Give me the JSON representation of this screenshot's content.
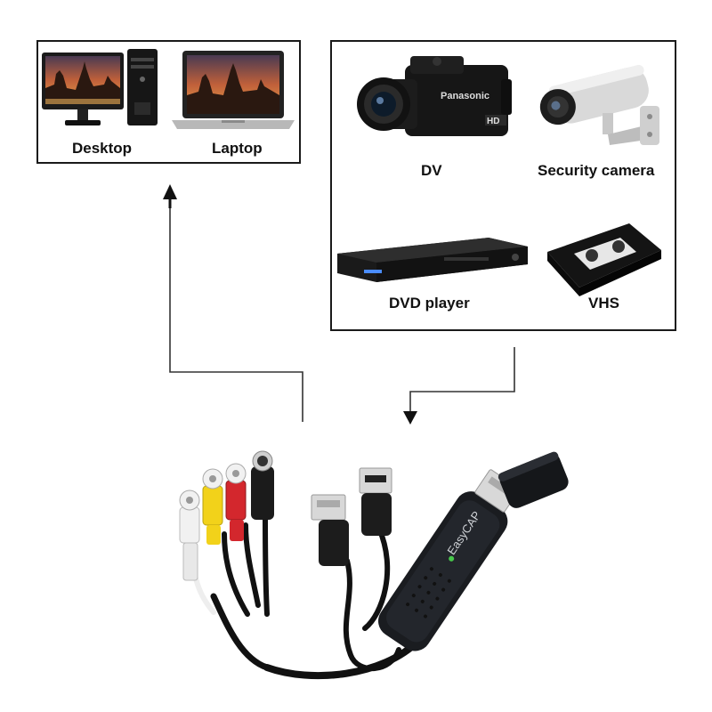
{
  "computers": {
    "desktop_label": "Desktop",
    "laptop_label": "Laptop"
  },
  "sources": {
    "dv_label": "DV",
    "security_label": "Security camera",
    "dvd_label": "DVD player",
    "vhs_label": "VHS"
  },
  "camera_brand": {
    "name": "Panasonic",
    "badge": "HD"
  },
  "device": {
    "brand": "EasyCAP"
  },
  "colors": {
    "line": "#1a1a1a",
    "cable": "#111111",
    "rca_yellow": "#f2d21a",
    "rca_red": "#d3272d",
    "rca_white": "#f1f1f1",
    "led": "#47c84b"
  },
  "flow": [
    {
      "from": "sources",
      "to": "device",
      "arrow": "down-arrow"
    },
    {
      "from": "device",
      "to": "computers",
      "arrow": "up-arrow"
    }
  ]
}
